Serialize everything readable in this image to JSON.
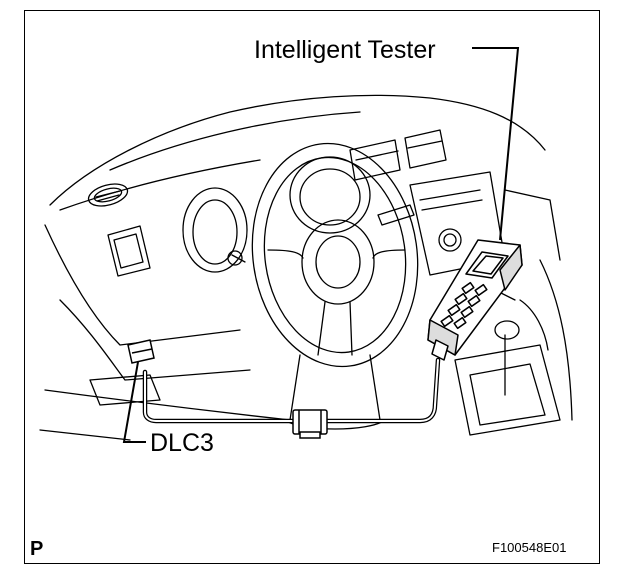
{
  "labels": {
    "tester": "Intelligent Tester",
    "dlc": "DLC3",
    "corner": "P",
    "figure_id": "F100548E01"
  }
}
